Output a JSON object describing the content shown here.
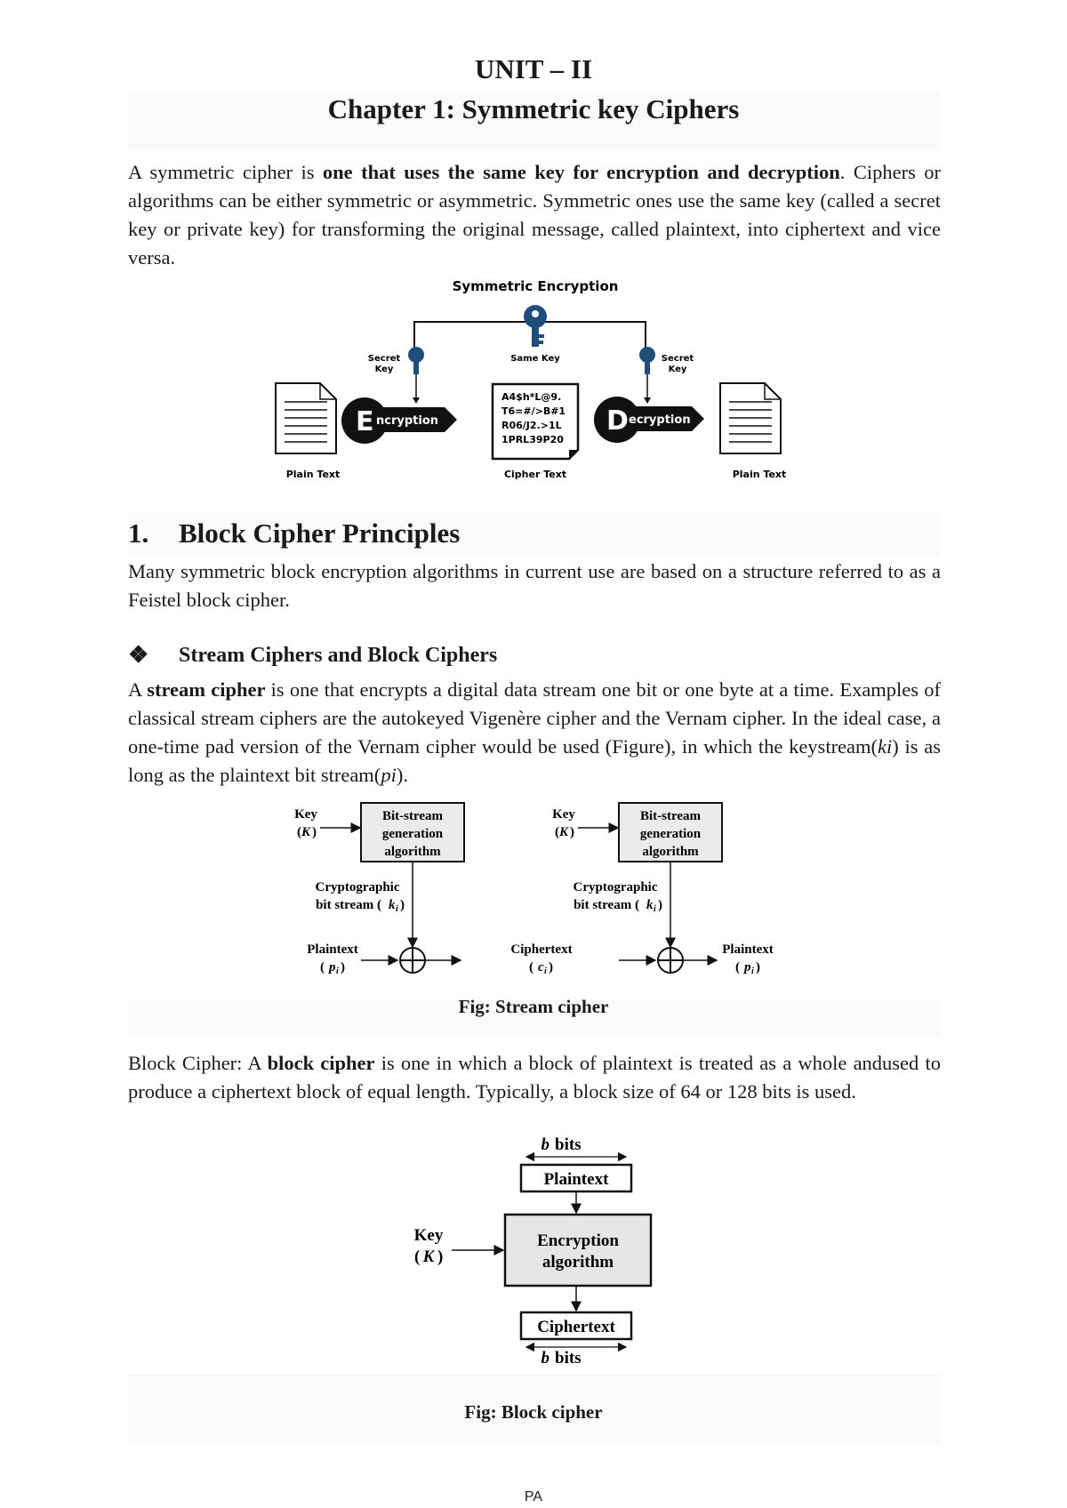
{
  "header": {
    "unit": "UNIT – II",
    "chapter": "Chapter 1: Symmetric key Ciphers"
  },
  "intro": {
    "p1_a": "A symmetric cipher is ",
    "p1_b": "one that uses the same key for encryption and decryption",
    "p1_c": ". Ciphers or algorithms can be either symmetric or asymmetric. Symmetric ones use the same key (called a secret key or private key) for transforming the original message, called plaintext, into ciphertext and vice versa."
  },
  "sym_figure": {
    "title": "Symmetric Encryption",
    "secret_key_left": [
      "Secret",
      "Key"
    ],
    "same_key": "Same Key",
    "secret_key_right": [
      "Secret",
      "Key"
    ],
    "encryption_letter": "E",
    "encryption_rest": "ncryption",
    "decryption_letter": "D",
    "decryption_rest": "ecryption",
    "cipher_lines": [
      "A4$h*L@9.",
      "T6=#/>B#1",
      "R06/J2.>1L",
      "1PRL39P20"
    ],
    "plain_text_left": "Plain Text",
    "cipher_text": "Cipher Text",
    "plain_text_right": "Plain Text"
  },
  "section1": {
    "number": "1.",
    "title": "Block Cipher Principles",
    "text": "Many symmetric block encryption algorithms in current use are based on a structure referred to as a Feistel block cipher."
  },
  "subsection": {
    "bullet": "❖",
    "title": "Stream Ciphers and Block Ciphers",
    "p_a": "A ",
    "p_b": "stream cipher",
    "p_c": " is one that encrypts a digital data stream one bit or one byte at a time. Examples of classical stream ciphers are the autokeyed Vigenère cipher and the Vernam cipher. In the ideal case, a one-time pad version of the Vernam cipher would be used (Figure), in which the keystream(",
    "p_ki": "ki",
    "p_d": ") is as long as the plaintext bit stream(",
    "p_pi": "pi",
    "p_e": ")."
  },
  "stream_figure": {
    "key": "Key",
    "key_sym": "K",
    "box": [
      "Bit-stream",
      "generation",
      "algorithm"
    ],
    "crypto": [
      "Cryptographic",
      "bit stream ("
    ],
    "crypto_sym": "k",
    "crypto_sub": "i",
    "plaintext": "Plaintext",
    "plain_sym": "p",
    "ciphertext": "Ciphertext",
    "cipher_sym": "c",
    "sub_i": "i",
    "caption": "Fig: Stream cipher"
  },
  "block_para": {
    "a": "Block Cipher: A ",
    "b": "block cipher",
    "c": " is one in which a block of plaintext is treated as a whole andused to produce a ciphertext block of equal length. Typically, a block size of 64 or 128 bits is used."
  },
  "block_figure": {
    "b": "b",
    "bits": "bits",
    "plaintext": "Plaintext",
    "key": "Key",
    "key_sym": "K",
    "enc": [
      "Encryption",
      "algorithm"
    ],
    "ciphertext": "Ciphertext",
    "caption": "Fig: Block cipher"
  },
  "footer": {
    "text": "PA"
  }
}
